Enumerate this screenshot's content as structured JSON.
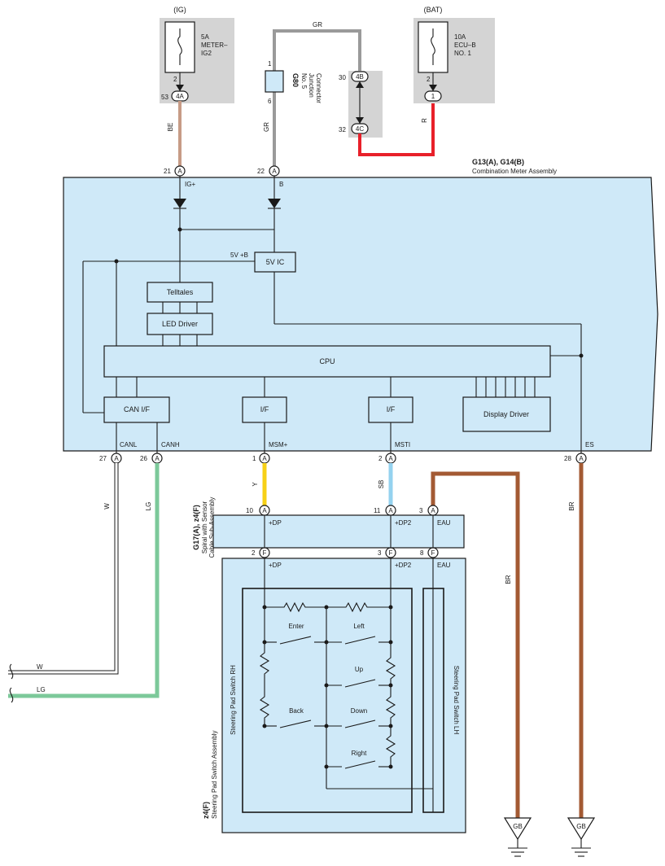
{
  "fuses": {
    "ig": {
      "tag": "(IG)",
      "rating": "5A",
      "name1": "METER–",
      "name2": "IG2",
      "pin": "2",
      "conn_pin": "53",
      "conn": "4A"
    },
    "bat": {
      "tag": "(BAT)",
      "rating": "10A",
      "name1": "ECU–B",
      "name2": "NO. 1",
      "pin": "2",
      "conn": "1"
    }
  },
  "junction": {
    "code": "G80",
    "line1": "No. 5",
    "line2": "Junction",
    "line3": "Connector",
    "pin_top": "1",
    "pin_bottom": "6",
    "jb_pin_top": "30",
    "jb_conn_top": "4B",
    "jb_pin_bottom": "32",
    "jb_conn_bottom": "4C"
  },
  "wires": {
    "be": "BE",
    "gr_top": "GR",
    "gr_left": "GR",
    "r": "R",
    "w": "W",
    "lg": "LG",
    "y": "Y",
    "sb": "SB",
    "br1": "BR",
    "br2": "BR",
    "w_stub": "W",
    "lg_stub": "LG"
  },
  "colors": {
    "be": "#c79b86",
    "gr": "#9a9a9a",
    "r": "#e8202a",
    "w": "#ffffff",
    "lg": "#7cc99a",
    "y": "#f7d117",
    "sb": "#94d2ef",
    "br": "#a35a33",
    "fill": "#cfe9f8",
    "gray_panel": "#d4d4d4"
  },
  "meter": {
    "code": "G13(A), G14(B)",
    "name": "Combination Meter Assembly",
    "pin21": "21",
    "pin22": "22",
    "pin_conn": "A",
    "ig_label": "IG+",
    "b_label": "B",
    "v5b": "5V +B",
    "ic": "5V IC",
    "telltales": "Telltales",
    "led": "LED Driver",
    "cpu": "CPU",
    "can_if": "CAN I/F",
    "if1": "I/F",
    "if2": "I/F",
    "display": "Display Driver",
    "pins": [
      {
        "num": "27",
        "conn": "A",
        "label": "CANL"
      },
      {
        "num": "26",
        "conn": "A",
        "label": "CANH"
      },
      {
        "num": "1",
        "conn": "A",
        "label": "MSM+"
      },
      {
        "num": "2",
        "conn": "A",
        "label": "MSTI"
      },
      {
        "num": "28",
        "conn": "A",
        "label": "ES"
      }
    ]
  },
  "spiral": {
    "code": "G17(A), z4(F)",
    "name1": "Spiral with Sensor",
    "name2": "Cable Sub-Assembly",
    "top_pins": [
      {
        "num": "10",
        "conn": "A",
        "label": "+DP"
      },
      {
        "num": "11",
        "conn": "A",
        "label": "+DP2"
      },
      {
        "num": "3",
        "conn": "A",
        "label": "EAU"
      }
    ],
    "bottom_pins": [
      {
        "num": "2",
        "conn": "F",
        "label": "+DP"
      },
      {
        "num": "3",
        "conn": "F",
        "label": "+DP2"
      },
      {
        "num": "8",
        "conn": "F",
        "label": "EAU"
      }
    ]
  },
  "steering": {
    "code": "z4(F)",
    "name": "Steering Pad Switch Assembly",
    "rh": "Steering Pad Switch RH",
    "lh": "Steering Pad Switch LH",
    "switches": {
      "enter": "Enter",
      "left": "Left",
      "up": "Up",
      "back": "Back",
      "down": "Down",
      "right": "Right"
    }
  },
  "grounds": {
    "g1": "GB",
    "g2": "GB"
  }
}
